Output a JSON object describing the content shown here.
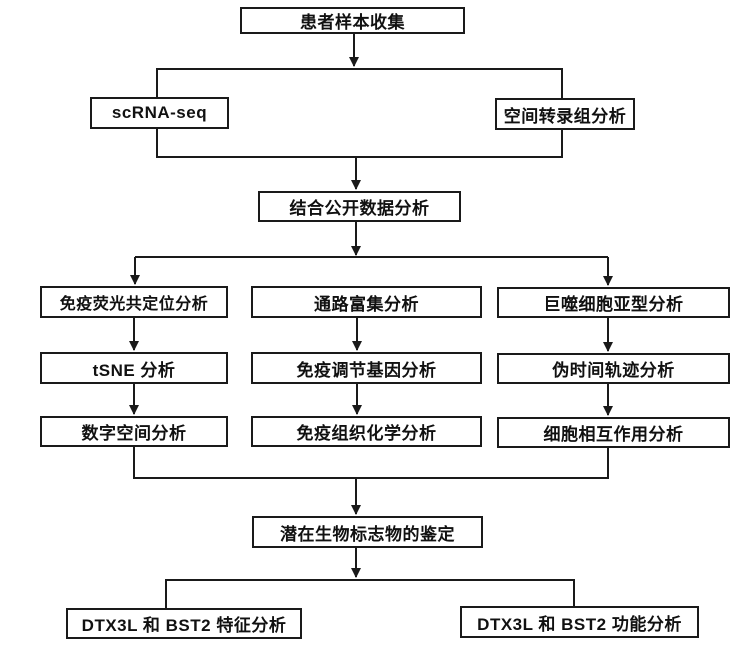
{
  "diagram": {
    "type": "flowchart",
    "background_color": "#ffffff",
    "line_color": "#1a1a1a",
    "box_fill_color": "#ffffff",
    "text_color": "#111111",
    "nodes": {
      "patient_sample": {
        "label": "患者样本收集"
      },
      "scrna_seq": {
        "label": "scRNA-seq"
      },
      "spatial_transcriptomics": {
        "label": "空间转录组分析"
      },
      "combined_public_data": {
        "label": "结合公开数据分析"
      },
      "immunofluorescence_colocalization": {
        "label": "免疫荧光共定位分析"
      },
      "tsne_analysis": {
        "label": "tSNE 分析"
      },
      "digital_spatial": {
        "label": "数字空间分析"
      },
      "pathway_enrichment": {
        "label": "通路富集分析"
      },
      "immune_regulatory_gene": {
        "label": "免疫调节基因分析"
      },
      "immunohistochemistry": {
        "label": "免疫组织化学分析"
      },
      "macrophage_subtype": {
        "label": "巨噬细胞亚型分析"
      },
      "pseudotime_trajectory": {
        "label": "伪时间轨迹分析"
      },
      "cell_interaction": {
        "label": "细胞相互作用分析"
      },
      "biomarker_identification": {
        "label": "潜在生物标志物的鉴定"
      },
      "dtx3l_bst2_feature": {
        "label": "DTX3L 和 BST2 特征分析"
      },
      "dtx3l_bst2_function": {
        "label": "DTX3L 和 BST2 功能分析"
      }
    },
    "edges": [
      "patient_sample -> seq_container",
      "seq_container -> combined_public_data",
      "combined_public_data -> immunofluorescence_colocalization",
      "combined_public_data -> macrophage_subtype",
      "immunofluorescence_colocalization -> tsne_analysis",
      "tsne_analysis -> digital_spatial",
      "pathway_enrichment -> immune_regulatory_gene",
      "immune_regulatory_gene -> immunohistochemistry",
      "macrophage_subtype -> pseudotime_trajectory",
      "pseudotime_trajectory -> cell_interaction",
      "digital_spatial -> biomarker_identification",
      "cell_interaction -> biomarker_identification",
      "biomarker_identification -> dtx3l_bst2_feature",
      "biomarker_identification -> dtx3l_bst2_function"
    ]
  }
}
